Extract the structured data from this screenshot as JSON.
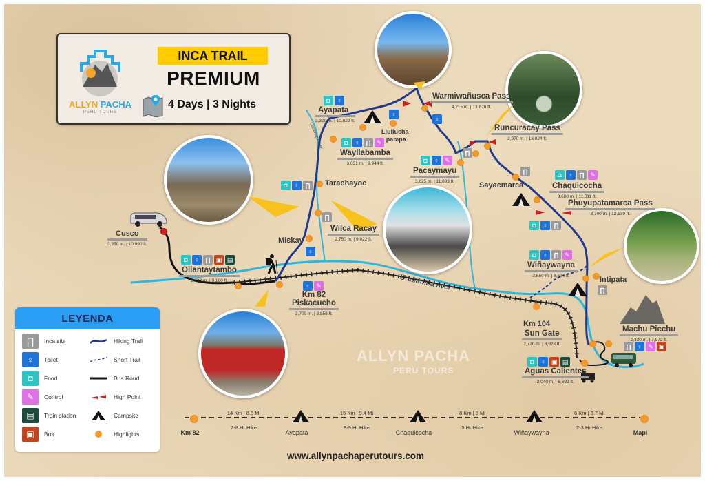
{
  "title_card": {
    "brand_name_1": "ALLYN",
    "brand_name_2": "PACHA",
    "brand_sub": "PERU TOURS",
    "tag": "INCA TRAIL",
    "title": "PREMIUM",
    "duration": "4 Days | 3 Nights"
  },
  "places": {
    "cusco": {
      "name": "Cusco",
      "alt": "3,350 m. | 10,990 ft."
    },
    "ollantaytambo": {
      "name": "Ollantaytambo",
      "alt": "2,792 m. | 9,160 ft."
    },
    "km82": {
      "name": "Km 82",
      "name2": "Piskacucho",
      "alt": "2,700 m. | 8,858 ft."
    },
    "miskay": {
      "name": "Miskay"
    },
    "wilca_racay": {
      "name": "Wilca Racay",
      "alt": "2,750 m. | 9,022 ft."
    },
    "tarachayoc": {
      "name": "Tarachayoc"
    },
    "wayllabamba": {
      "name": "Wayllabamba",
      "alt": "3,031 m. | 9,944 ft."
    },
    "ayapata": {
      "name": "Ayapata",
      "alt": "3,300 m. | 10,829 ft."
    },
    "llulluchapampa": {
      "name": "Llulluchapampa",
      "line1": "Llullucha-",
      "line2": "pampa"
    },
    "warmiwanusca": {
      "name": "Warmiwañusca Pass",
      "alt": "4,215 m. | 13,828 ft."
    },
    "pacaymayu": {
      "name": "Pacaymayu",
      "alt": "3,625 m. | 11,893 ft."
    },
    "runcuracay": {
      "name": "Runcuracay Pass",
      "alt": "3,970 m. | 13,024 ft."
    },
    "sayacmarca": {
      "name": "Sayacmarca"
    },
    "chaquicocha": {
      "name": "Chaquicocha",
      "alt": "3,600 m. | 11,811 ft."
    },
    "phuyupatamarca": {
      "name": "Phuyupatamarca Pass",
      "alt": "3,700 m. | 12,139 ft."
    },
    "winaywayna": {
      "name": "Wiñaywayna",
      "alt": "2,650 m. | 8,694 ft."
    },
    "intipata": {
      "name": "Intipata"
    },
    "km104": {
      "name": "Km 104"
    },
    "sun_gate": {
      "name": "Sun Gate",
      "alt": "2,720 m. | 8,923 ft."
    },
    "machu_picchu": {
      "name": "Machu Picchu",
      "alt": "2,430 m. | 7,972 ft."
    },
    "aguas_calientes": {
      "name": "Aguas Calientes",
      "alt": "2,040 m. | 6,692 ft."
    }
  },
  "map_labels": {
    "river": "Urubamba river",
    "tributary": "Cusichaca river",
    "watermark": "ALLYN PACHA",
    "watermark_sub": "PERU TOURS"
  },
  "legend": {
    "title": "LEYENDA",
    "items_left": [
      {
        "icon": "inca-site-icon",
        "label": "Inca site"
      },
      {
        "icon": "toilet-icon",
        "label": "Toilet"
      },
      {
        "icon": "food-icon",
        "label": "Food"
      },
      {
        "icon": "control-icon",
        "label": "Control"
      },
      {
        "icon": "train-station-icon",
        "label": "Train station"
      },
      {
        "icon": "bus-icon",
        "label": "Bus"
      }
    ],
    "items_right": [
      {
        "icon": "hiking-trail-icon",
        "label": "Hiking Trail"
      },
      {
        "icon": "short-trail-icon",
        "label": "Short Trail"
      },
      {
        "icon": "bus-road-icon",
        "label": "Bus Roud"
      },
      {
        "icon": "high-point-icon",
        "label": "High Point"
      },
      {
        "icon": "campsite-icon",
        "label": "Campsite"
      },
      {
        "icon": "highlights-icon",
        "label": "Highlights"
      }
    ]
  },
  "itinerary": {
    "stops": [
      "Km 82",
      "Ayapata",
      "Chaquicocha",
      "Wiñaywayna",
      "Mapi"
    ],
    "segments": [
      {
        "distance": "14 Km | 8.6 Mi",
        "time": "7-8 Hr Hike"
      },
      {
        "distance": "15 Km | 9.4 Mi",
        "time": "8-9 Hr Hike"
      },
      {
        "distance": "8 Km | 5 Mi",
        "time": "5 Hr Hike"
      },
      {
        "distance": "6 Km | 3.7 Mi",
        "time": "2-3 Hr Hike"
      }
    ]
  },
  "footer": {
    "url": "www.allynpachaperutours.com"
  },
  "colors": {
    "hiking_trail": "#1f3a8a",
    "river": "#2fb6d8",
    "highlight": "#f39a2a",
    "high_point": "#c81e1e",
    "tag_yellow": "#ffcc00",
    "legend_header": "#2a9df4"
  }
}
